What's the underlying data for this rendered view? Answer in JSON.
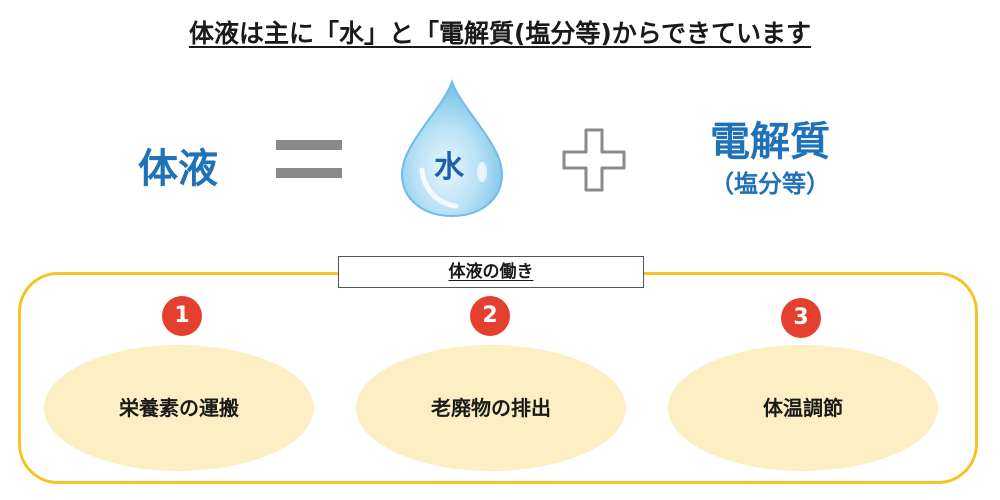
{
  "title": "体液は主に「水」と「電解質(塩分等)からできています",
  "equation": {
    "left": "体液",
    "water": "水",
    "right_main": "電解質",
    "right_sub": "（塩分等）",
    "colors": {
      "accent": "#1f72b8",
      "operator": "#8a8a8a"
    }
  },
  "functions": {
    "label": "体液の働き",
    "border_color": "#f4c325",
    "items": [
      {
        "number": "1",
        "label": "栄養素の運搬"
      },
      {
        "number": "2",
        "label": "老廃物の排出"
      },
      {
        "number": "3",
        "label": "体温調節"
      }
    ],
    "colors": {
      "badge": "#e4402f",
      "oval": "#fcefc4"
    }
  }
}
